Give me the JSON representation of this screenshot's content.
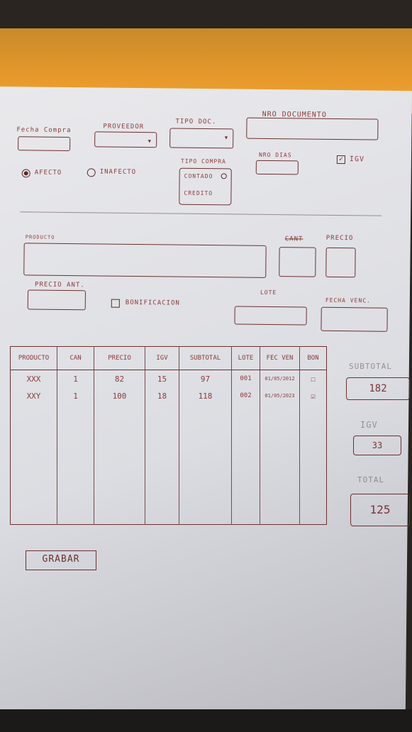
{
  "header": {
    "fecha_compra_label": "Fecha Compra",
    "proveedor_label": "PROVEEDOR",
    "tipo_doc_label": "TIPO DOC.",
    "nro_documento_label": "NRO DOCUMENTO"
  },
  "options": {
    "afecto_label": "AFECTO",
    "inafecto_label": "INAFECTO",
    "tipo_compra_label": "TIPO COMPRA",
    "contado_label": "CONTADO",
    "credito_label": "CREDITO",
    "nro_dias_label": "NRO DIAS",
    "igv_label": "IGV"
  },
  "product": {
    "producto_label": "PRODUCTO",
    "cant_label": "CANT",
    "precio_label": "PRECIO",
    "precio_ant_label": "PRECIO ANT.",
    "bonificacion_label": "BONIFICACION",
    "lote_label": "LOTE",
    "fecha_venc_label": "FECHA VENC."
  },
  "table": {
    "headers": [
      "PRODUCTO",
      "CAN",
      "PRECIO",
      "IGV",
      "SUBTOTAL",
      "LOTE",
      "FEC VEN",
      "BON"
    ],
    "rows": [
      {
        "producto": "XXX",
        "can": "1",
        "precio": "82",
        "igv": "15",
        "subtotal": "97",
        "lote": "001",
        "fecven": "01/05/2012",
        "bon": "☐"
      },
      {
        "producto": "XXY",
        "can": "1",
        "precio": "100",
        "igv": "18",
        "subtotal": "118",
        "lote": "002",
        "fecven": "01/05/2023",
        "bon": "☑"
      }
    ]
  },
  "totals": {
    "subtotal_label": "SUBTOTAL",
    "subtotal_value": "182",
    "igv_label": "IGV",
    "igv_value": "33",
    "total_label": "TOTAL",
    "total_value": "125"
  },
  "actions": {
    "grabar_label": "GRABAR"
  }
}
